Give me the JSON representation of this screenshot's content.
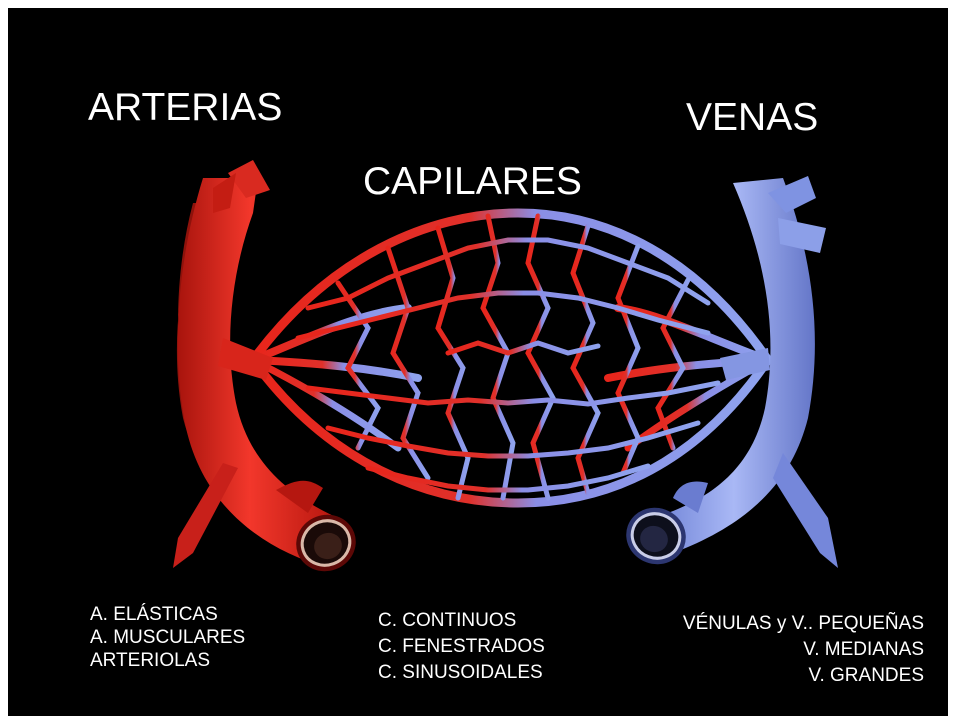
{
  "headings": {
    "arteries": "ARTERIAS",
    "capillaries": "CAPILARES",
    "veins": "VENAS"
  },
  "arteries_types": [
    "A. ELÁSTICAS",
    "A.  MUSCULARES",
    "ARTERIOLAS"
  ],
  "capillary_types": [
    "C. CONTINUOS",
    "C. FENESTRADOS",
    "C. SINUSOIDALES"
  ],
  "vein_types": [
    "VÉNULAS y V.. PEQUEÑAS",
    "V. MEDIANAS",
    "V. GRANDES"
  ],
  "colors": {
    "background": "#000000",
    "artery": "#e8251b",
    "artery_dark": "#7a0c08",
    "vein": "#8fa3ee",
    "vein_dark": "#3e4f9c",
    "text": "#ffffff"
  }
}
